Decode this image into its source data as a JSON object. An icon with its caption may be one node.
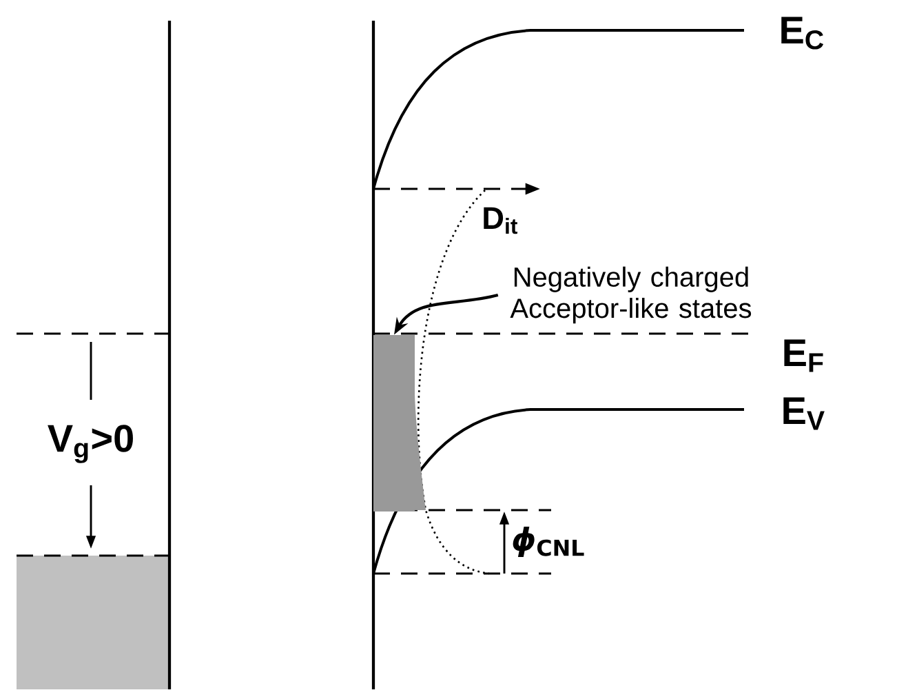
{
  "diagram": {
    "nodes": [
      {
        "text": [
          "Negatively charged Acceptor-like states"
        ]
      },
      {
        "text": [],
        "shape": "box"
      }
    ],
    "edges": [
      {
        "from": 0,
        "to": 1,
        "arrow": "to"
      }
    ],
    "labels": [
      "E$_{C}$",
      "D$_{it}$",
      "E$_{F}$",
      "V$_{g}$>0",
      "E$_{V}$",
      "*ϕ*$_{CNL}$"
    ]
  }
}
